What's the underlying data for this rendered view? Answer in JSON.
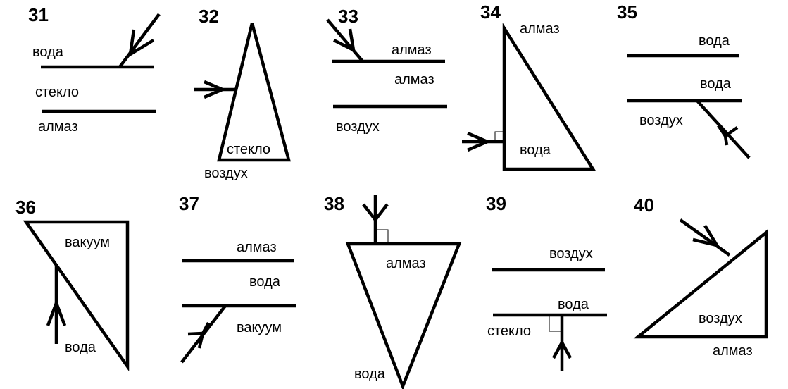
{
  "problems": [
    {
      "number": "31",
      "labels": [
        "вода",
        "стекло",
        "алмаз"
      ]
    },
    {
      "number": "32",
      "labels": [
        "стекло",
        "воздух"
      ]
    },
    {
      "number": "33",
      "labels": [
        "алмаз",
        "алмаз",
        "воздух"
      ]
    },
    {
      "number": "34",
      "labels": [
        "алмаз",
        "вода"
      ]
    },
    {
      "number": "35",
      "labels": [
        "вода",
        "вода",
        "воздух"
      ]
    },
    {
      "number": "36",
      "labels": [
        "вакуум",
        "вода"
      ]
    },
    {
      "number": "37",
      "labels": [
        "алмаз",
        "вода",
        "вакуум"
      ]
    },
    {
      "number": "38",
      "labels": [
        "алмаз",
        "вода"
      ]
    },
    {
      "number": "39",
      "labels": [
        "воздух",
        "вода",
        "стекло"
      ]
    },
    {
      "number": "40",
      "labels": [
        "воздух",
        "алмаз"
      ]
    }
  ]
}
